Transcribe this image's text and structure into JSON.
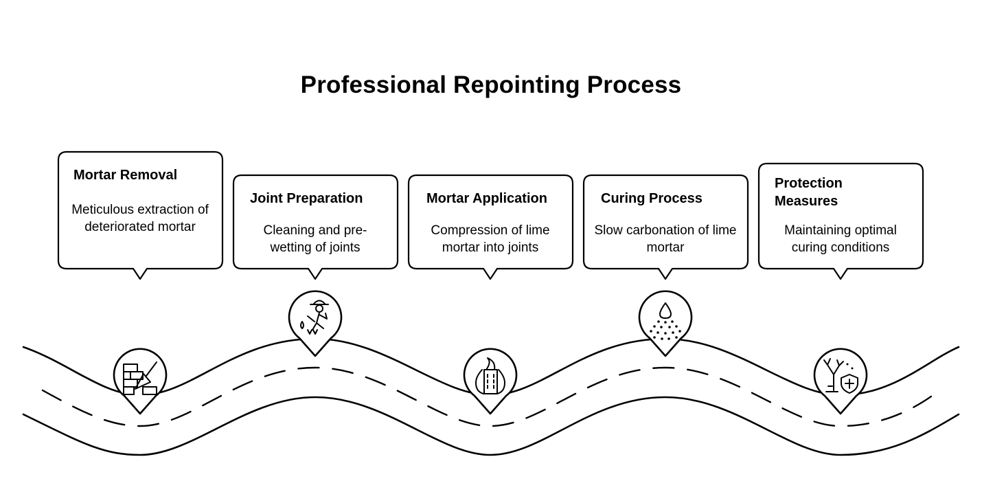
{
  "title": "Professional Repointing Process",
  "steps": [
    {
      "title": "Mortar Removal",
      "description": "Meticulous extraction of deteriorated mortar",
      "icon": "brick-wall-trowel-icon"
    },
    {
      "title": "Joint Preparation",
      "description": "Cleaning and pre-wetting of joints",
      "icon": "worker-watering-icon"
    },
    {
      "title": "Mortar Application",
      "description": "Compression of lime mortar into joints",
      "icon": "building-flame-icon"
    },
    {
      "title": "Curing Process",
      "description": "Slow carbonation of lime mortar",
      "icon": "water-drop-spray-icon"
    },
    {
      "title": "Protection Measures",
      "description": "Maintaining optimal curing conditions",
      "icon": "plant-shield-icon"
    }
  ],
  "colors": {
    "stroke": "#000000",
    "fill": "#ffffff"
  }
}
